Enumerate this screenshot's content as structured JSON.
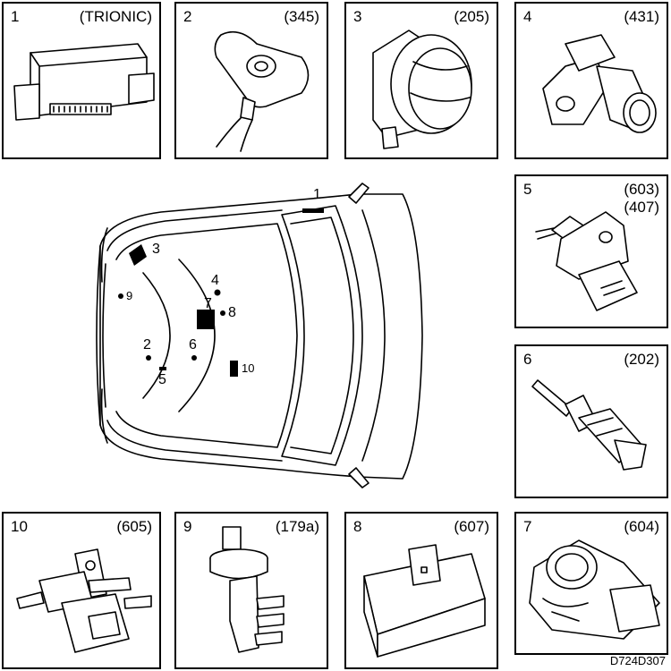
{
  "panels": [
    {
      "number": "1",
      "code": "(TRIONIC)",
      "icon": "ecu-icon"
    },
    {
      "number": "2",
      "code": "(345)",
      "icon": "crankshaft-sensor-icon"
    },
    {
      "number": "3",
      "code": "(205)",
      "icon": "mass-air-flow-sensor-icon"
    },
    {
      "number": "4",
      "code": "(431)",
      "icon": "pressure-sensor-icon"
    },
    {
      "number": "5",
      "code": "(603)",
      "code2": "(407)",
      "icon": "map-sensor-icon"
    },
    {
      "number": "6",
      "code": "(202)",
      "icon": "temperature-sensor-icon"
    },
    {
      "number": "10",
      "code": "(605)",
      "icon": "solenoid-valve-icon"
    },
    {
      "number": "9",
      "code": "(179a)",
      "icon": "vacuum-valve-icon"
    },
    {
      "number": "8",
      "code": "(607)",
      "icon": "control-module-icon"
    },
    {
      "number": "7",
      "code": "(604)",
      "icon": "throttle-body-icon"
    }
  ],
  "car": {
    "labels": {
      "l1": "1",
      "l2": "2",
      "l3": "3",
      "l4": "4",
      "l5": "5",
      "l6": "6",
      "l7": "7",
      "l8": "8",
      "l9": "9",
      "l10": "10"
    }
  },
  "reference": "D724D307"
}
